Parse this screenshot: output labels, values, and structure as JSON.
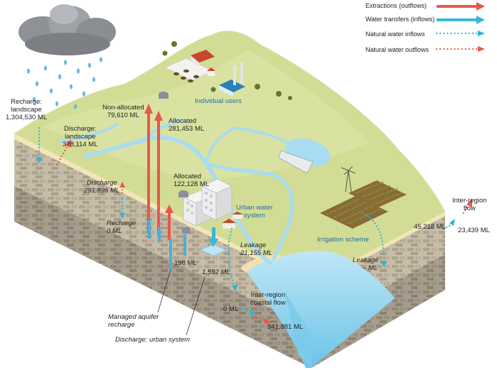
{
  "legend": {
    "extractions": "Extractions (outflows)",
    "transfers": "Water transfers (inflows)",
    "natural_inflows": "Natural water inflows",
    "natural_outflows": "Natural water outflows"
  },
  "labels": {
    "recharge_landscape": [
      "Recharge:",
      "landscape",
      "1,304,530 ML"
    ],
    "discharge_landscape": [
      "Discharge:",
      "landscape",
      "378,114 ML"
    ],
    "non_allocated": [
      "Non-allocated",
      "79,610 ML"
    ],
    "allocated_upper": [
      "Allocated",
      "281,453 ML"
    ],
    "allocated_lower": [
      "Allocated",
      "122,128 ML"
    ],
    "individual_users": "Individual users",
    "discharge_291": [
      "Discharge",
      "291,896 ML"
    ],
    "recharge_0": [
      "Recharge",
      "0 ML"
    ],
    "urban_water_system": [
      "Urban water",
      "system"
    ],
    "leakage_urban": [
      "Leakage",
      "21,155 ML"
    ],
    "ml_198": "198 ML",
    "ml_1592": "1,592 ML",
    "irrigation_scheme": "Irrigation scheme",
    "leakage_irrigation": [
      "Leakage",
      "– ML"
    ],
    "inter_region_flow": [
      "Inter-region",
      "flow"
    ],
    "ml_45218": "45,218 ML",
    "ml_23439": "23,439 ML",
    "inter_region_coastal": [
      "Inter-region",
      "coastal flow"
    ],
    "ml_0": "0 ML",
    "ml_341881": "341,881 ML",
    "managed_aquifer": [
      "Managed aquifer",
      "recharge"
    ],
    "discharge_urban": "Discharge: urban system"
  },
  "colors": {
    "extraction": "#e8574d",
    "transfer": "#35b8d8",
    "land": "#d2dc92",
    "rock": "#c2b8a4",
    "water": "#8fd3ee"
  }
}
